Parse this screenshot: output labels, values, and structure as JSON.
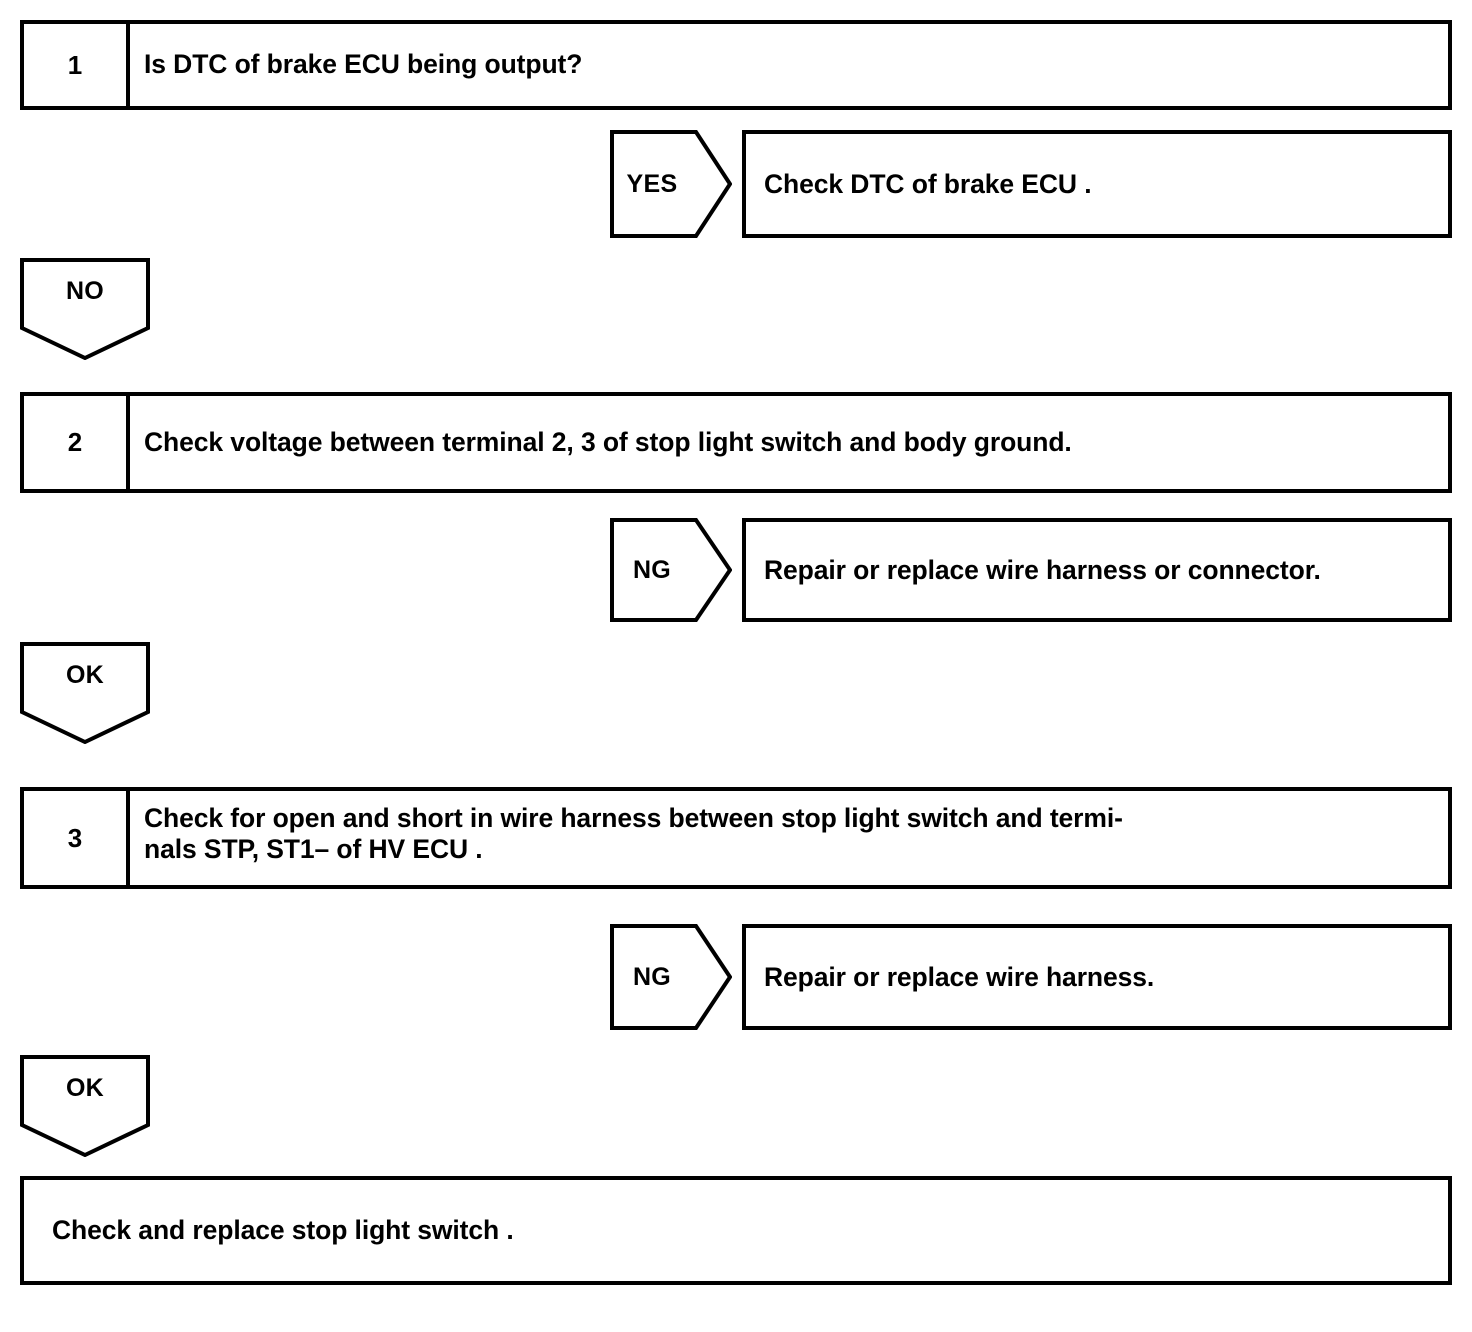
{
  "diagram": {
    "type": "troubleshooting-flowchart",
    "steps": [
      {
        "number": "1",
        "text": "Is DTC of brake ECU being output?",
        "text_lines": [
          "Is DTC of brake ECU being output?"
        ]
      },
      {
        "number": "2",
        "text": "Check voltage between terminal 2, 3 of stop light switch and body ground.",
        "text_lines": [
          "Check voltage between terminal 2, 3 of stop light switch and body ground."
        ]
      },
      {
        "number": "3",
        "text": "Check for open and short in wire harness between stop light switch and terminals STP, ST1– of HV ECU .",
        "text_lines": [
          "Check for open and short in wire harness between stop light switch and termi-",
          "nals STP, ST1– of HV ECU ."
        ]
      }
    ],
    "branches": [
      {
        "label": "YES",
        "result": "Check DTC of brake ECU ."
      },
      {
        "label": "NG",
        "result": "Repair or replace wire harness or connector."
      },
      {
        "label": "NG",
        "result": "Repair or replace wire harness."
      }
    ],
    "flow_arrows": [
      {
        "label": "NO"
      },
      {
        "label": "OK"
      },
      {
        "label": "OK"
      }
    ],
    "final": {
      "text": "Check and replace stop light switch ."
    },
    "colors": {
      "line": "#000000",
      "text": "#000000",
      "background": "#ffffff"
    }
  }
}
